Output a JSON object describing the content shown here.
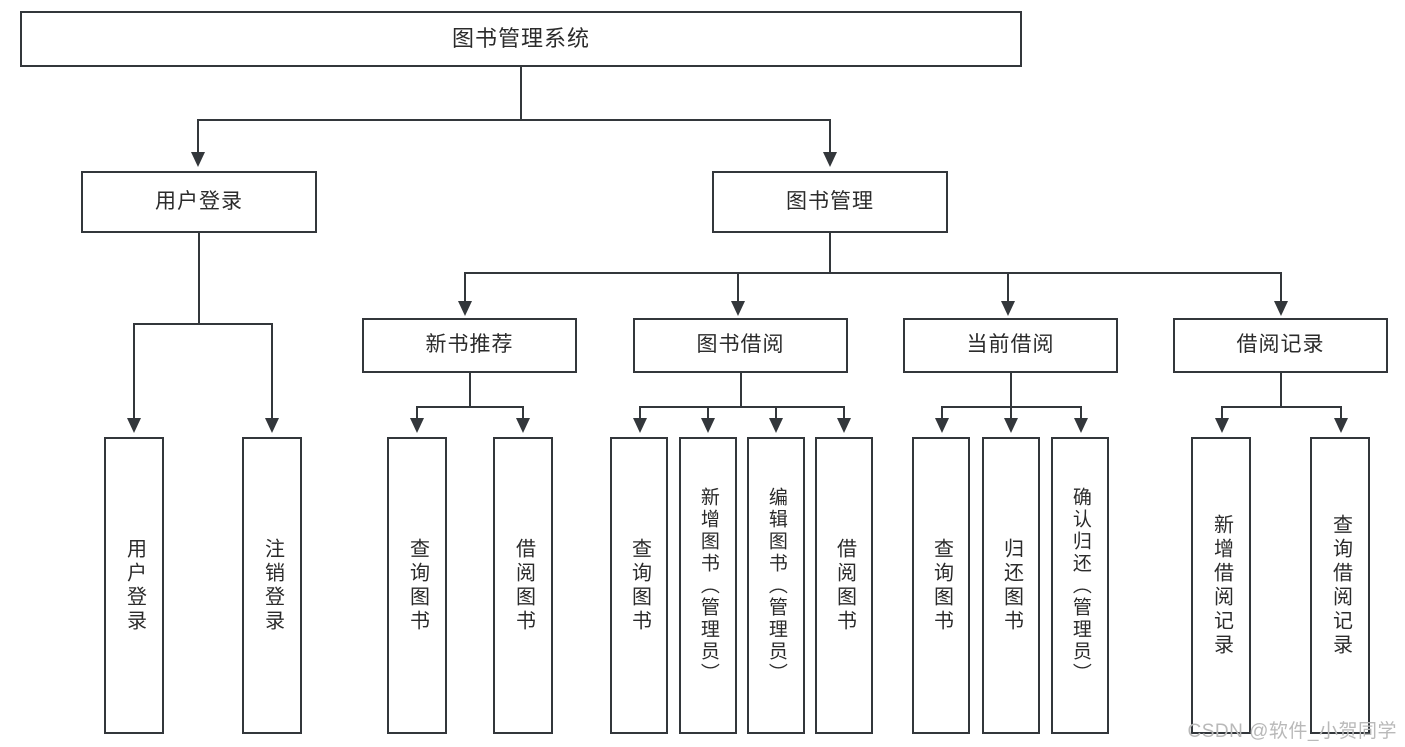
{
  "diagram": {
    "title": "图书管理系统",
    "type": "tree",
    "watermark": "CSDN @软件_小贺同学",
    "colors": {
      "stroke": "#33373b",
      "box_fill": "#ffffff",
      "text": "#2b2b2b",
      "background": "#ffffff",
      "watermark": "#b9b9b9"
    },
    "root": {
      "label": "图书管理系统"
    },
    "level2": [
      {
        "id": "user-login",
        "label": "用户登录"
      },
      {
        "id": "book-manage",
        "label": "图书管理"
      }
    ],
    "level3": [
      {
        "id": "new-book-recommend",
        "label": "新书推荐",
        "parent": "book-manage"
      },
      {
        "id": "book-borrow",
        "label": "图书借阅",
        "parent": "book-manage"
      },
      {
        "id": "current-borrow",
        "label": "当前借阅",
        "parent": "book-manage"
      },
      {
        "id": "borrow-record",
        "label": "借阅记录",
        "parent": "book-manage"
      }
    ],
    "leaves": {
      "user-login": [
        {
          "id": "leaf-user-login",
          "label": "用户登录"
        },
        {
          "id": "leaf-user-logout",
          "label": "注销登录"
        }
      ],
      "new-book-recommend": [
        {
          "id": "leaf-query-book-1",
          "label": "查询图书"
        },
        {
          "id": "leaf-borrow-book-1",
          "label": "借阅图书"
        }
      ],
      "book-borrow": [
        {
          "id": "leaf-query-book-2",
          "label": "查询图书"
        },
        {
          "id": "leaf-add-book",
          "label": "新增图书（管理员）"
        },
        {
          "id": "leaf-edit-book",
          "label": "编辑图书（管理员）"
        },
        {
          "id": "leaf-borrow-book-2",
          "label": "借阅图书"
        }
      ],
      "current-borrow": [
        {
          "id": "leaf-query-book-3",
          "label": "查询图书"
        },
        {
          "id": "leaf-return-book",
          "label": "归还图书"
        },
        {
          "id": "leaf-confirm-return",
          "label": "确认归还（管理员）"
        }
      ],
      "borrow-record": [
        {
          "id": "leaf-add-record",
          "label": "新增借阅记录"
        },
        {
          "id": "leaf-query-record",
          "label": "查询借阅记录"
        }
      ]
    }
  }
}
